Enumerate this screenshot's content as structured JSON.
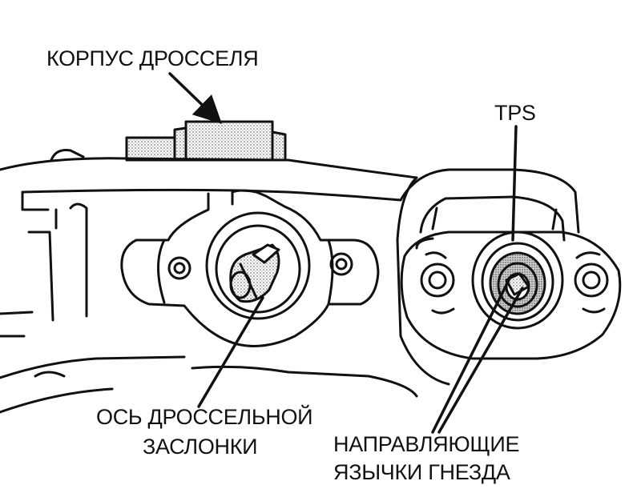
{
  "labels": {
    "throttle_body": "КОРПУС ДРОССЕЛЯ",
    "tps": "TPS",
    "throttle_shaft_line1": "ОСЬ ДРОССЕЛЬНОЙ",
    "throttle_shaft_line2": "ЗАСЛОНКИ",
    "guide_tabs_line1": "НАПРАВЛЯЮЩИЕ",
    "guide_tabs_line2": "ЯЗЫЧКИ ГНЕЗДА"
  },
  "colors": {
    "ink": "#111111",
    "paper": "#ffffff",
    "stipple": "#9a9a9a"
  }
}
